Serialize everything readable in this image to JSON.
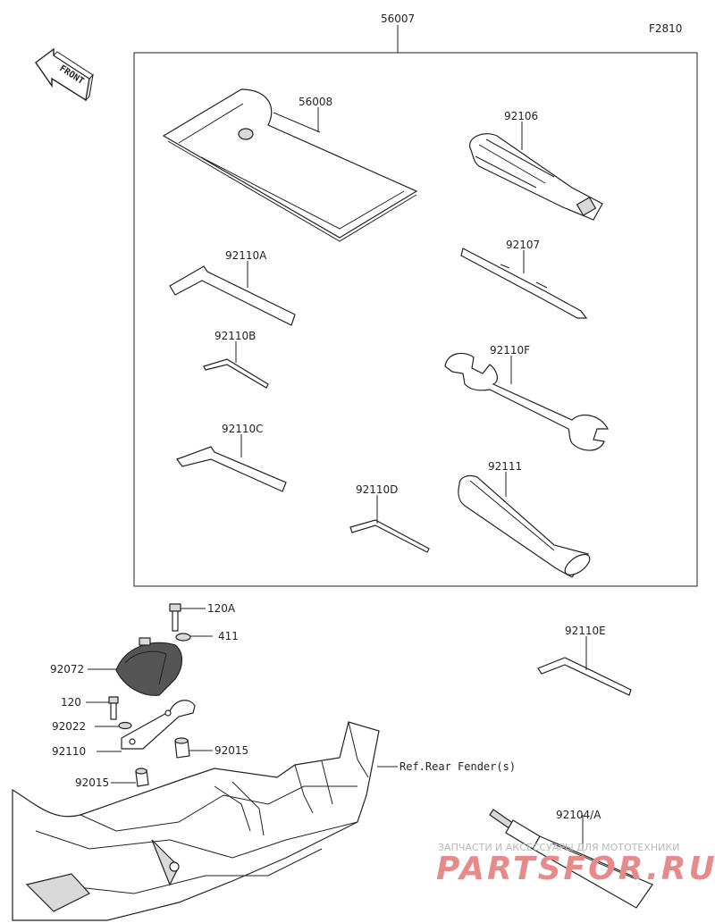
{
  "diagram_code": "F2810",
  "front_label": "FRONT",
  "callouts": {
    "c56007": "56007",
    "c56008": "56008",
    "c92106": "92106",
    "c92110A": "92110A",
    "c92107": "92107",
    "c92110B": "92110B",
    "c92110F": "92110F",
    "c92110C": "92110C",
    "c92111": "92111",
    "c92110D": "92110D",
    "c120A": "120A",
    "c411": "411",
    "c92072": "92072",
    "c120": "120",
    "c92022": "92022",
    "c92110": "92110",
    "c92015a": "92015",
    "c92015b": "92015",
    "c92110E": "92110E",
    "cRef": "Ref.Rear Fender(s)",
    "c92104A": "92104/A"
  },
  "watermark": {
    "line1": "ЗАПЧАСТИ И АКСЕССУАРЫ ДЛЯ МОТОТЕХНИКИ",
    "line2": "PARTSFOR.RU"
  }
}
